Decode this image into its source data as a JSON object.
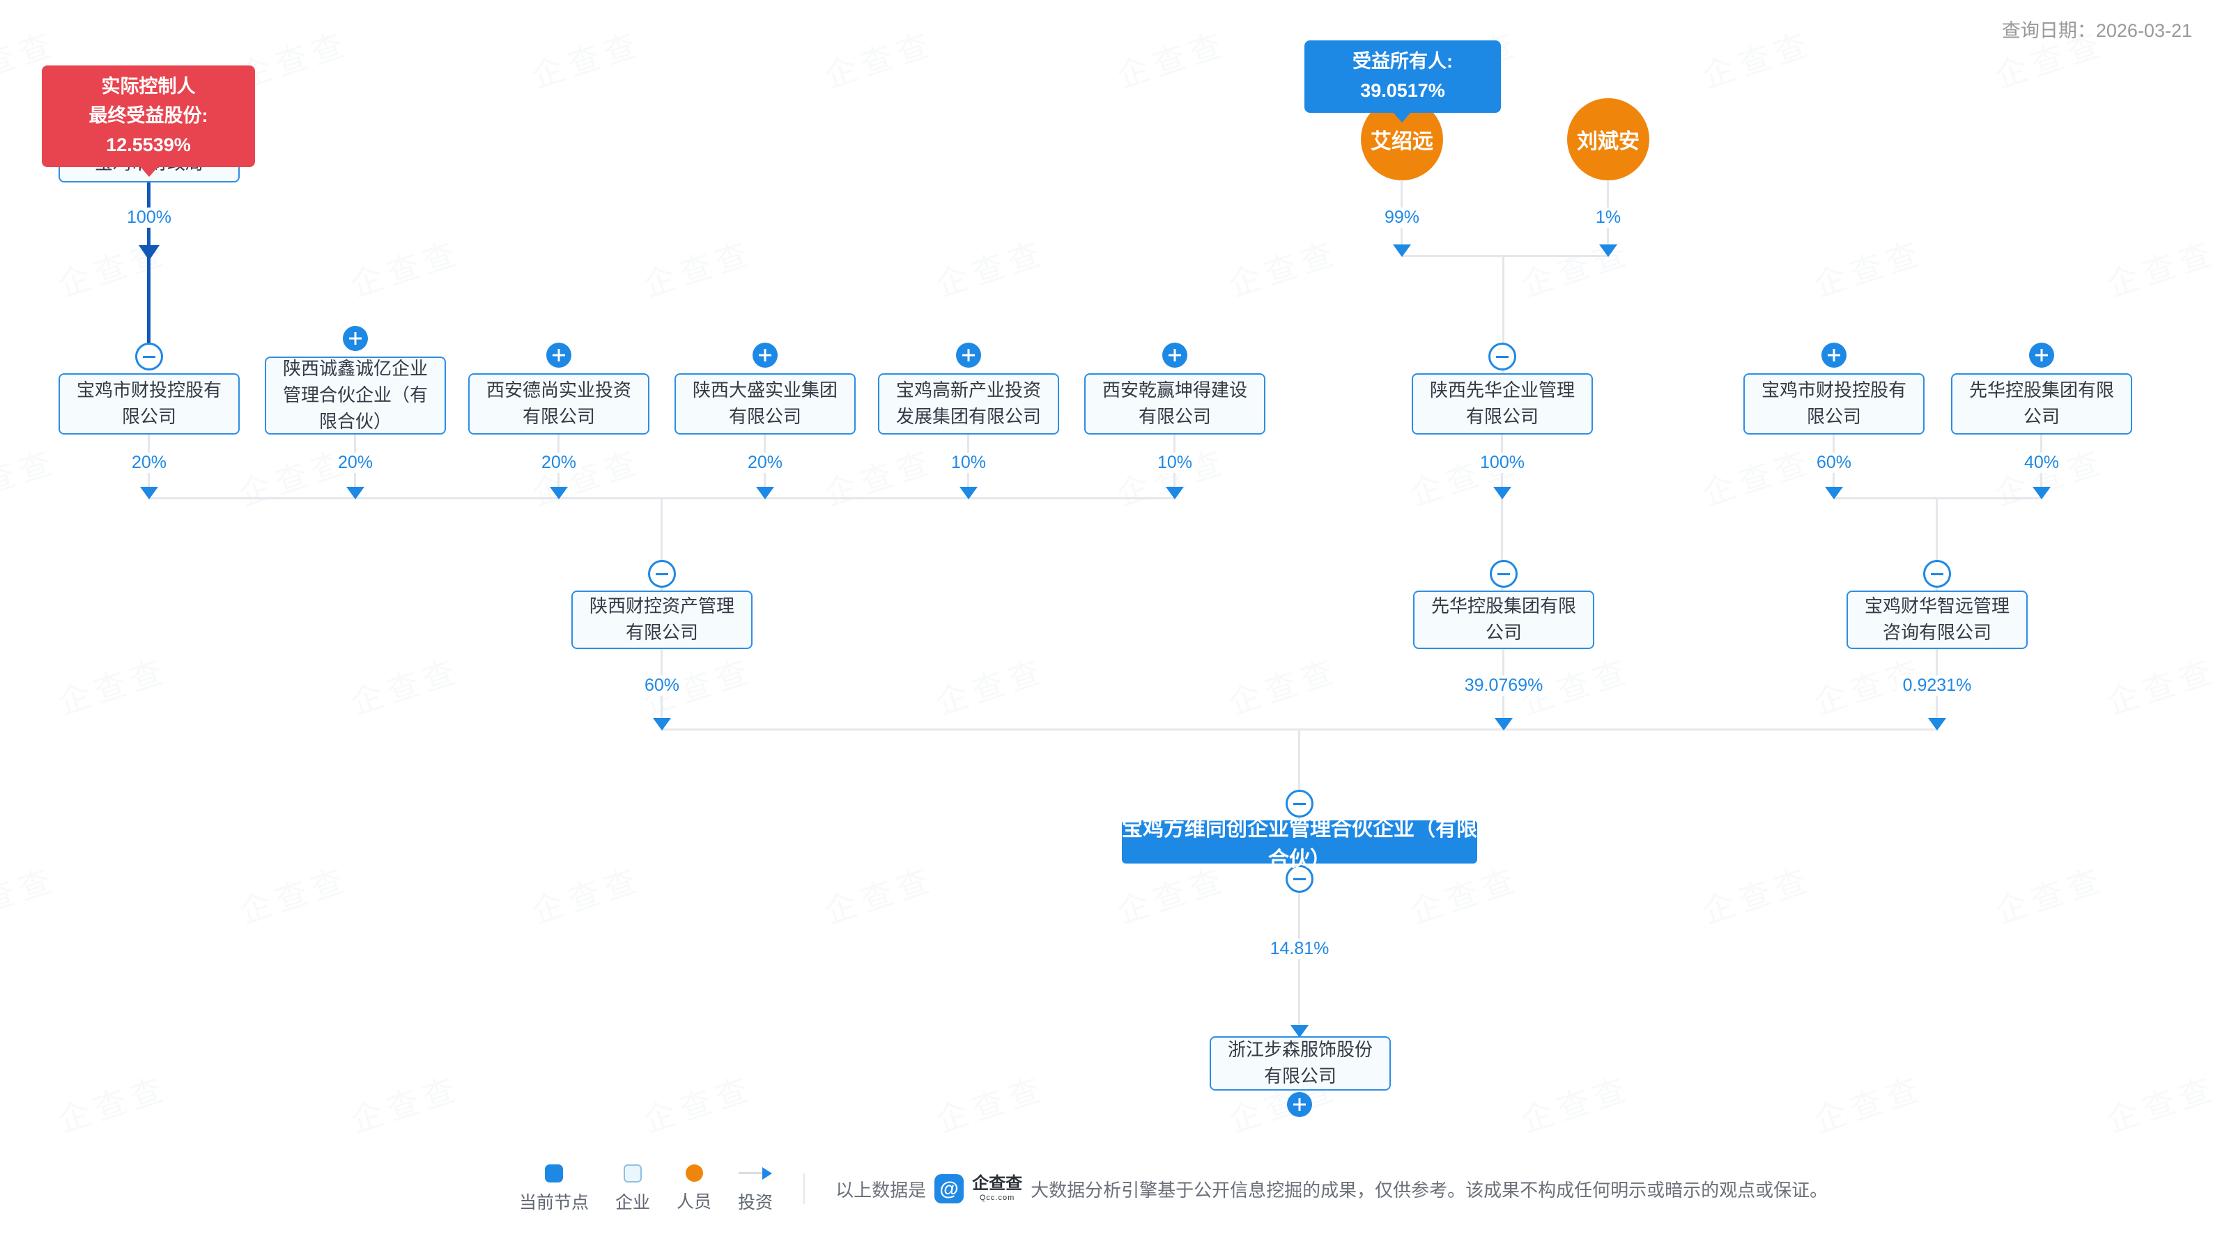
{
  "header": {
    "query_date": "查询日期：2026-03-21"
  },
  "controller_badge": {
    "line1": "实际控制人",
    "line2": "最终受益股份: 12.5539%"
  },
  "owner_badge": {
    "text": "受益所有人: 39.0517%"
  },
  "persons": [
    {
      "name": "艾绍远",
      "percent": "99%"
    },
    {
      "name": "刘斌安",
      "percent": "1%"
    }
  ],
  "companies": [
    {
      "name": "宝鸡市财政局",
      "percent": "100%",
      "expand": "none"
    },
    {
      "name": "宝鸡市财投控股有限公司",
      "percent": "20%",
      "expand": "minus"
    },
    {
      "name": "陕西诚鑫诚亿企业管理合伙企业（有限合伙）",
      "percent": "20%",
      "expand": "plus"
    },
    {
      "name": "西安德尚实业投资有限公司",
      "percent": "20%",
      "expand": "plus"
    },
    {
      "name": "陕西大盛实业集团有限公司",
      "percent": "20%",
      "expand": "plus"
    },
    {
      "name": "宝鸡高新产业投资发展集团有限公司",
      "percent": "10%",
      "expand": "plus"
    },
    {
      "name": "西安乾赢坤得建设有限公司",
      "percent": "10%",
      "expand": "plus"
    },
    {
      "name": "陕西先华企业管理有限公司",
      "percent": "100%",
      "expand": "minus"
    },
    {
      "name": "宝鸡市财投控股有限公司",
      "percent": "60%",
      "expand": "plus"
    },
    {
      "name": "先华控股集团有限公司",
      "percent": "40%",
      "expand": "plus"
    },
    {
      "name": "陕西财控资产管理有限公司",
      "percent": "60%",
      "expand": "minus"
    },
    {
      "name": "先华控股集团有限公司",
      "percent": "39.0769%",
      "expand": "minus"
    },
    {
      "name": "宝鸡财华智远管理咨询有限公司",
      "percent": "0.9231%",
      "expand": "minus"
    }
  ],
  "current_node": {
    "name": "宝鸡方维同创企业管理合伙企业（有限合伙）",
    "percent_to_target": "14.81%"
  },
  "target_node": {
    "name": "浙江步森服饰股份有限公司"
  },
  "legend": {
    "current": "当前节点",
    "company": "企业",
    "person": "人员",
    "investment": "投资"
  },
  "footer": {
    "prefix": "以上数据是",
    "logo_glyph": "@",
    "logo_name": "企查查",
    "logo_domain": "Qcc.com",
    "suffix": "大数据分析引擎基于公开信息挖掘的成果，仅供参考。该成果不构成任何明示或暗示的观点或保证。"
  },
  "watermark": {
    "text": "企查查"
  },
  "colors": {
    "accent": "#1E88E5",
    "control_line": "#1159B8",
    "danger": "#E8444F",
    "person": "#F0850C",
    "line": "#E4E7EB"
  }
}
